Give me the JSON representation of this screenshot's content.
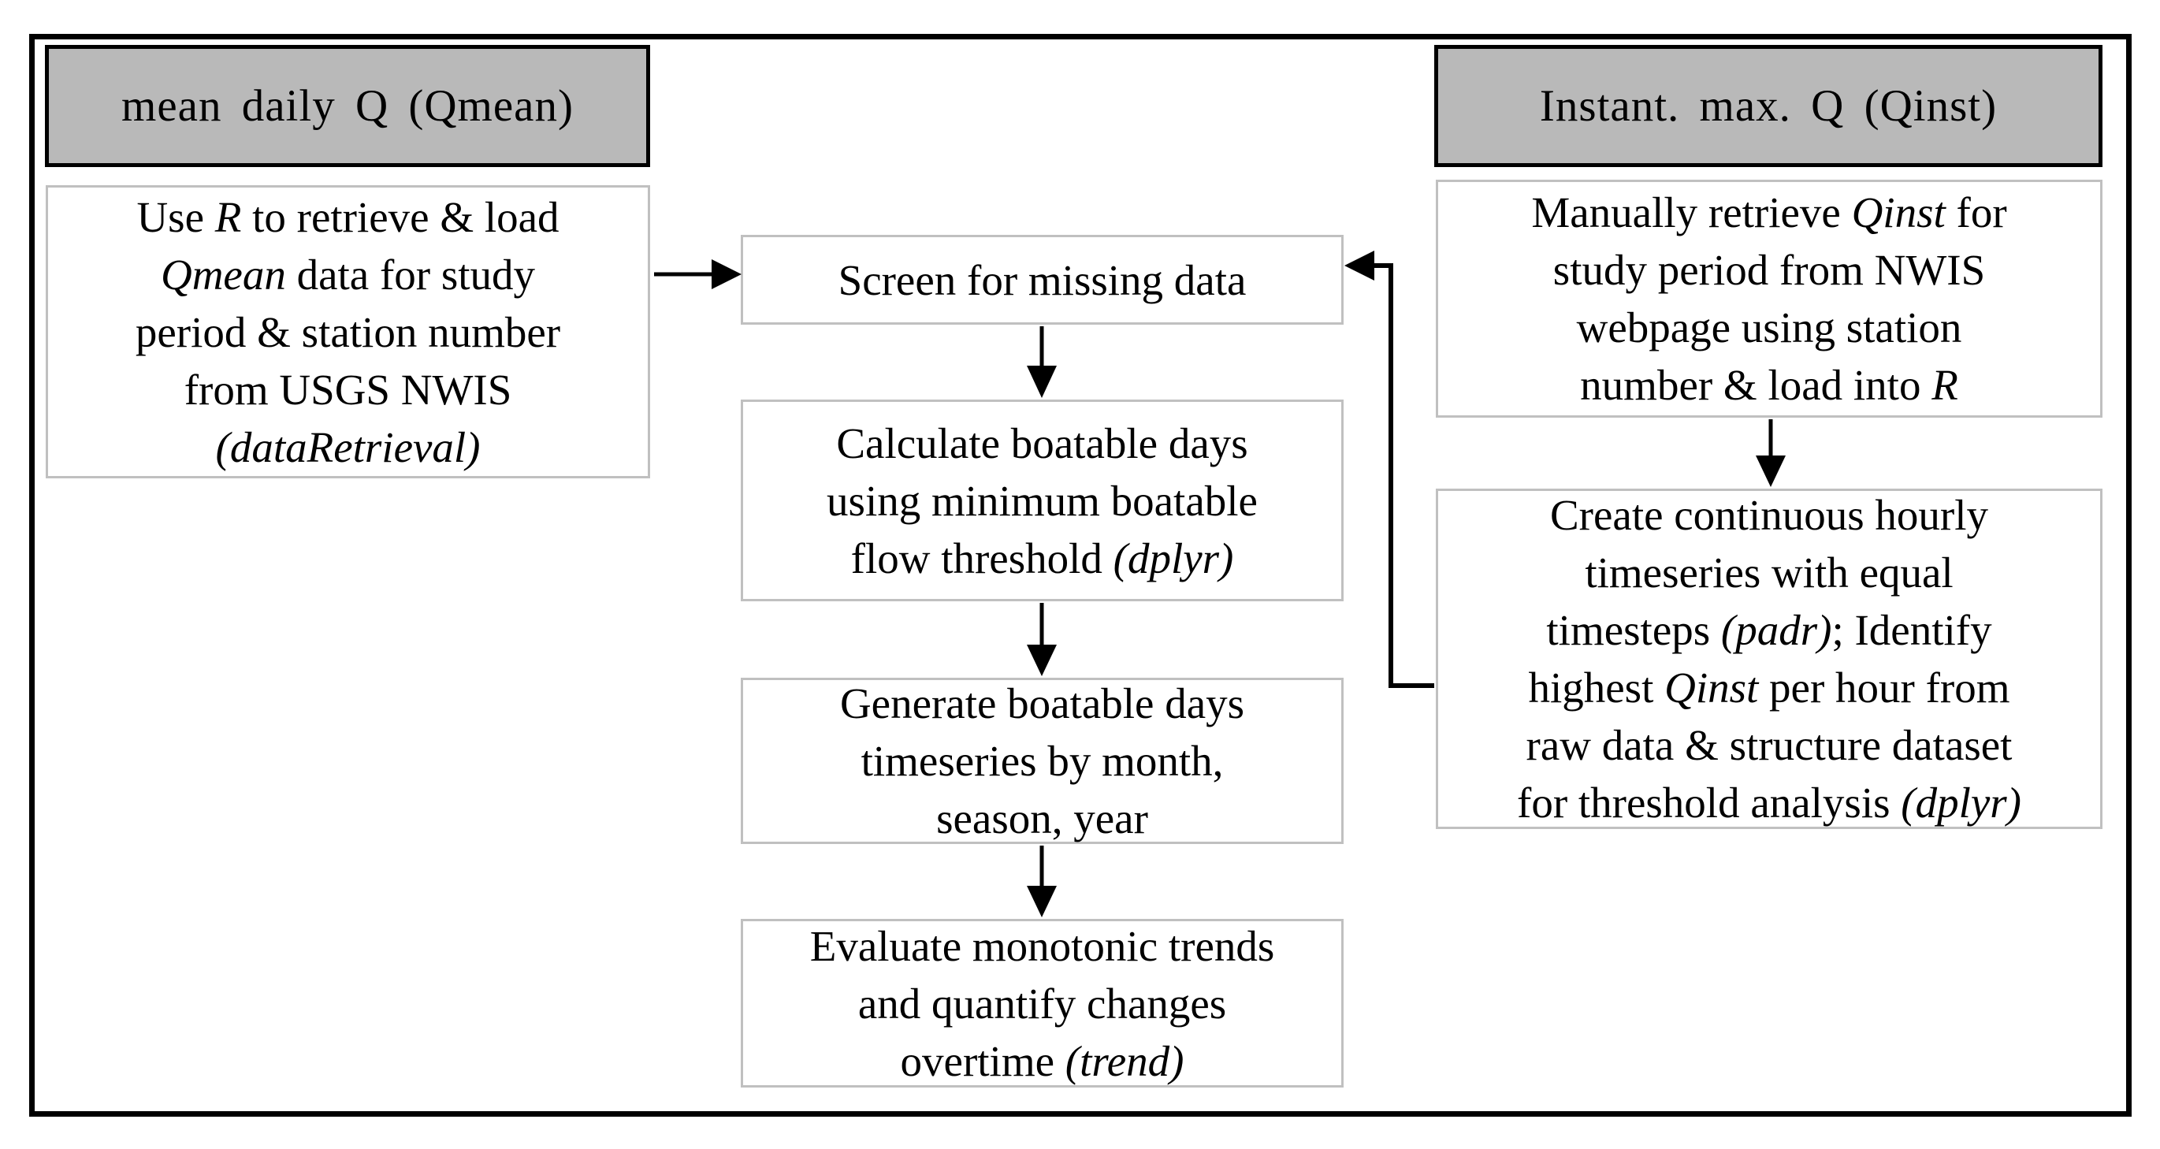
{
  "colors": {
    "header_fill": "#b9b9b9",
    "header_border": "#000000",
    "step_border": "#c0c0c0",
    "arrow": "#000000",
    "outer_border": "#000000"
  },
  "flow": {
    "headers": {
      "qmean": "mean daily Q (Qmean)",
      "qinst": "Instant. max. Q (Qinst)"
    },
    "boxes": {
      "retrieve_qmean": {
        "lines": [
          [
            {
              "t": "Use "
            },
            {
              "t": "R",
              "i": true
            },
            {
              "t": " to retrieve & load"
            }
          ],
          [
            {
              "t": "Qmean",
              "i": true
            },
            {
              "t": " data for study"
            }
          ],
          [
            {
              "t": "period & station number"
            }
          ],
          [
            {
              "t": "from USGS NWIS"
            }
          ],
          [
            {
              "t": "(dataRetrieval)",
              "i": true
            }
          ]
        ]
      },
      "screen_missing": {
        "lines": [
          [
            {
              "t": "Screen for missing data"
            }
          ]
        ]
      },
      "calculate_boatable": {
        "lines": [
          [
            {
              "t": "Calculate boatable days"
            }
          ],
          [
            {
              "t": "using minimum boatable"
            }
          ],
          [
            {
              "t": "flow threshold "
            },
            {
              "t": "(dplyr)",
              "i": true
            }
          ]
        ]
      },
      "generate_timeseries": {
        "lines": [
          [
            {
              "t": "Generate boatable days"
            }
          ],
          [
            {
              "t": "timeseries by month,"
            }
          ],
          [
            {
              "t": "season, year"
            }
          ]
        ]
      },
      "evaluate_trends": {
        "lines": [
          [
            {
              "t": "Evaluate monotonic trends"
            }
          ],
          [
            {
              "t": "and quantify changes"
            }
          ],
          [
            {
              "t": "overtime "
            },
            {
              "t": "(trend)",
              "i": true
            }
          ]
        ]
      },
      "retrieve_qinst": {
        "lines": [
          [
            {
              "t": "Manually retrieve "
            },
            {
              "t": "Qinst",
              "i": true
            },
            {
              "t": " for"
            }
          ],
          [
            {
              "t": "study period from NWIS"
            }
          ],
          [
            {
              "t": "webpage using station"
            }
          ],
          [
            {
              "t": "number & load into "
            },
            {
              "t": "R",
              "i": true
            }
          ]
        ]
      },
      "hourly_timeseries": {
        "lines": [
          [
            {
              "t": "Create continuous hourly"
            }
          ],
          [
            {
              "t": "timeseries with equal"
            }
          ],
          [
            {
              "t": "timesteps "
            },
            {
              "t": "(padr)",
              "i": true
            },
            {
              "t": "; Identify"
            }
          ],
          [
            {
              "t": "highest "
            },
            {
              "t": "Qinst",
              "i": true
            },
            {
              "t": " per hour from"
            }
          ],
          [
            {
              "t": "raw data & structure dataset"
            }
          ],
          [
            {
              "t": "for threshold analysis "
            },
            {
              "t": "(dplyr)",
              "i": true
            }
          ]
        ]
      }
    }
  }
}
